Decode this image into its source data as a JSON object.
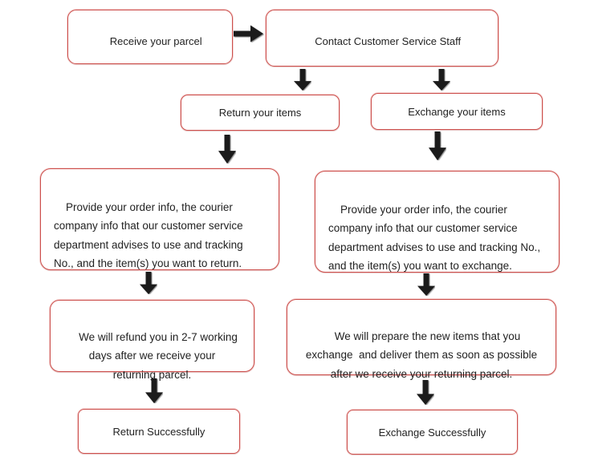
{
  "diagram": {
    "type": "flowchart",
    "topic": "parcel return and exchange process",
    "colors": {
      "box_border": "#cc4f4c",
      "box_fill": "#ffffff",
      "arrow": "#1b1b1b",
      "text": "#222222",
      "background": "#ffffff"
    },
    "boxes": {
      "receive": {
        "label": "Receive your parcel"
      },
      "contact": {
        "label": "Contact Customer Service Staff"
      },
      "return_items": {
        "label": "Return your items"
      },
      "exchange_items": {
        "label": "Exchange your items"
      },
      "return_detail": {
        "label": "Provide your order info, the courier\ncompany info that our customer service\ndepartment advises to use and tracking\nNo., and the item(s) you want to return."
      },
      "exchange_detail": {
        "label": "Provide your order info, the courier\ncompany info that our customer service\ndepartment advises to use and tracking No.,\nand the item(s) you want to exchange."
      },
      "refund": {
        "label": "We will refund you in 2-7 working\ndays after we receive your\nreturning parcel."
      },
      "prepare": {
        "label": "We will prepare the new items that you\nexchange  and deliver them as soon as possible\nafter we receive your returning parcel."
      },
      "return_success": {
        "label": "Return Successfully"
      },
      "exchange_success": {
        "label": "Exchange Successfully"
      }
    },
    "flow": [
      "Receive your parcel -> Contact Customer Service Staff",
      "Contact Customer Service Staff -> Return your items",
      "Contact Customer Service Staff -> Exchange your items",
      "Return your items -> Provide order info (return)",
      "Exchange your items -> Provide order info (exchange)",
      "Provide order info (return) -> Refund in 2-7 working days",
      "Provide order info (exchange) -> Prepare new items",
      "Refund in 2-7 working days -> Return Successfully",
      "Prepare new items -> Exchange Successfully"
    ]
  }
}
